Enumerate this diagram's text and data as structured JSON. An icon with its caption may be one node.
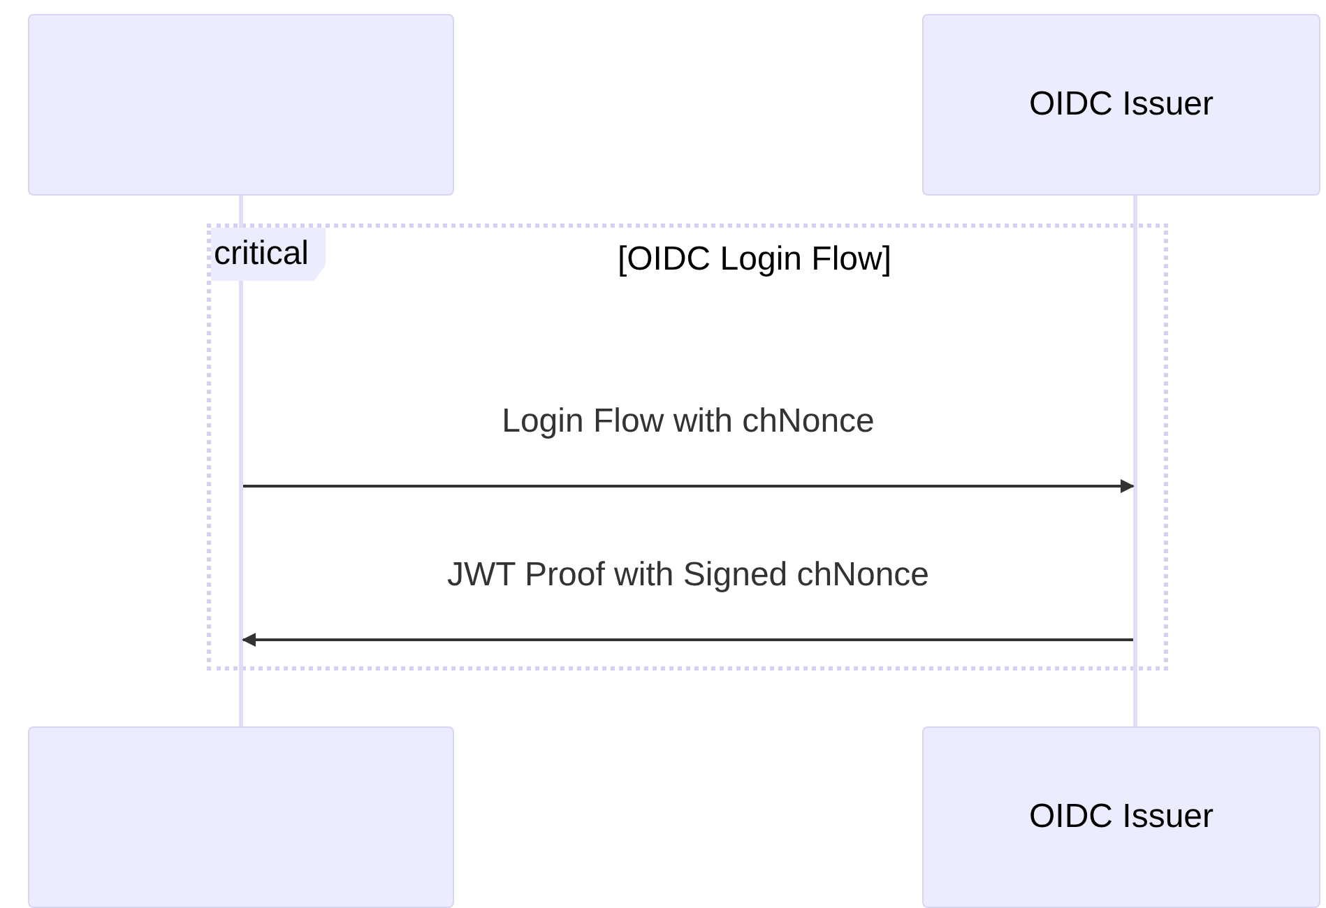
{
  "diagram": {
    "nodes": [
      {
        "text": [],
        "shape": "box"
      },
      {
        "text": [
          "OIDC Issuer"
        ]
      },
      {
        "text": [],
        "shape": "bar"
      },
      {
        "text": [],
        "shape": "bar"
      },
      {
        "text": [],
        "shape": "box"
      },
      {
        "text": [
          "OIDC Issuer"
        ]
      }
    ],
    "edges": [
      {
        "from": 2,
        "to": 3,
        "arrow": "to",
        "label": "Login Flow with chNonce"
      },
      {
        "from": 3,
        "to": 2,
        "arrow": "to",
        "label": "JWT Proof with Signed chNonce"
      }
    ],
    "labels": [
      "critical",
      "[OIDC Login Flow]"
    ]
  }
}
